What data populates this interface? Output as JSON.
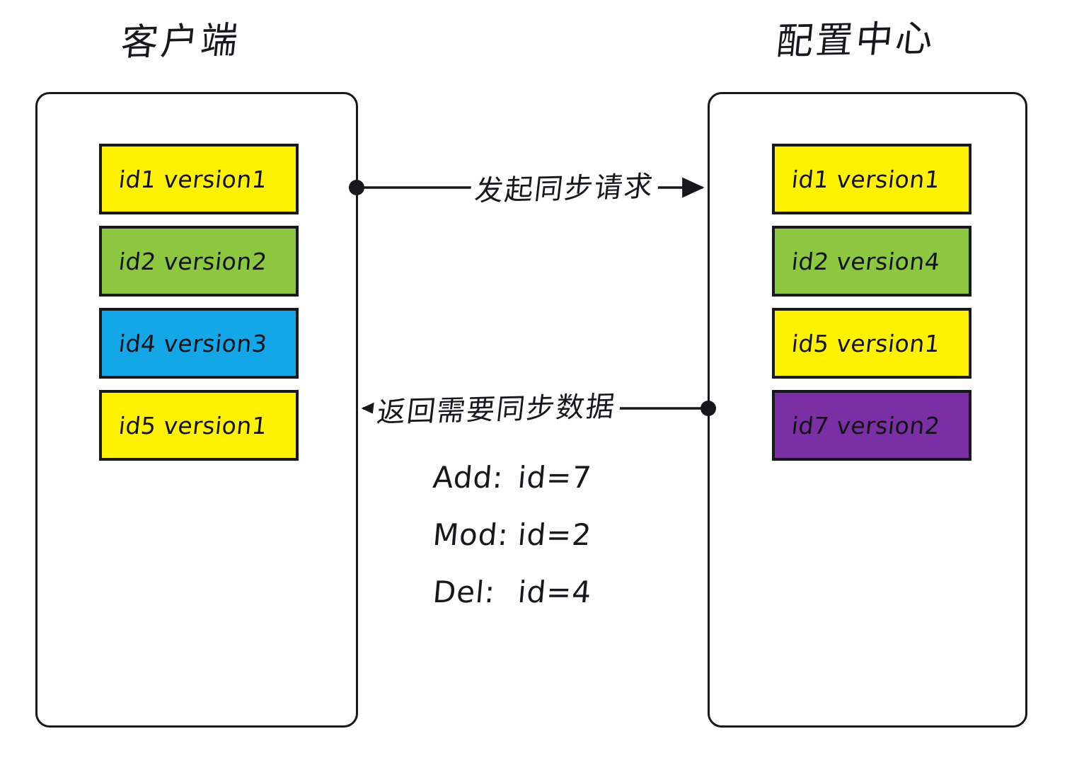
{
  "diagram": {
    "title_left": "客户端",
    "title_right": "配置中心",
    "colors": {
      "yellow": "#FFF200",
      "green": "#8DC63F",
      "blue": "#14A7E8",
      "purple": "#7A2FA5",
      "stroke": "#17181C",
      "background": "#FFFFFF"
    }
  },
  "client_panel": {
    "title": "客户端",
    "items": [
      {
        "label": "id1 version1",
        "color": "#FFF200",
        "name": "client-item-id1"
      },
      {
        "label": "id2 version2",
        "color": "#8DC63F",
        "name": "client-item-id2"
      },
      {
        "label": "id4 version3",
        "color": "#14A7E8",
        "name": "client-item-id4"
      },
      {
        "label": "id5 version1",
        "color": "#FFF200",
        "name": "client-item-id5"
      }
    ]
  },
  "config_panel": {
    "title": "配置中心",
    "items": [
      {
        "label": "id1 version1",
        "color": "#FFF200",
        "name": "config-item-id1"
      },
      {
        "label": "id2 version4",
        "color": "#8DC63F",
        "name": "config-item-id2"
      },
      {
        "label": "id5 version1",
        "color": "#FFF200",
        "name": "config-item-id5"
      },
      {
        "label": "id7 version2",
        "color": "#7A2FA5",
        "name": "config-item-id7"
      }
    ]
  },
  "connectors": {
    "request": {
      "label": "发起同步请求",
      "direction": "client-to-config",
      "from_marker": "dot",
      "to_marker": "arrow"
    },
    "response": {
      "label": "返回需要同步数据",
      "direction": "config-to-client",
      "from_marker": "dot",
      "to_marker": "arrow"
    }
  },
  "operations": [
    {
      "name": "Add:",
      "value": "id=7"
    },
    {
      "name": "Mod:",
      "value": "id=2"
    },
    {
      "name": "Del:",
      "value": "id=4"
    }
  ]
}
